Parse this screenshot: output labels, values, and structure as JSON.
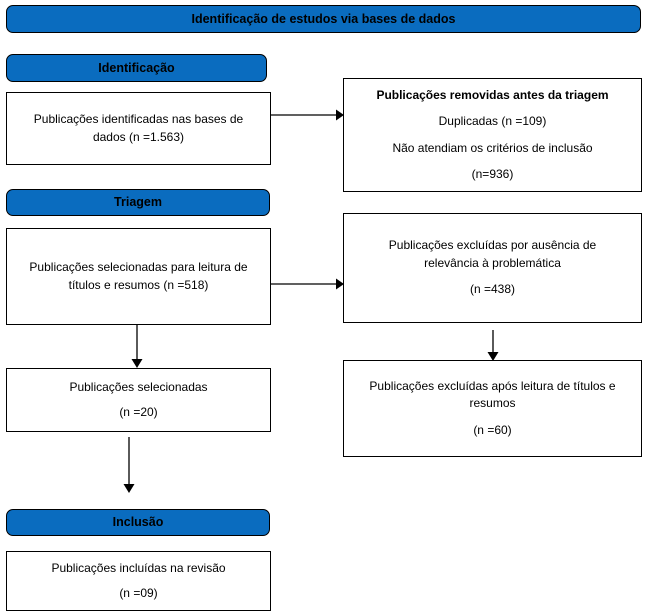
{
  "diagram": {
    "title": "Identificação de estudos via bases de dados",
    "accent_color": "#0a6cbf",
    "border_color": "#000000",
    "background_color": "#ffffff"
  },
  "stages": {
    "identificacao": "Identificação",
    "triagem": "Triagem",
    "inclusao": "Inclusão"
  },
  "boxes": {
    "identified": {
      "line1": "Publicações identificadas nas bases de",
      "line2": "dados (n =1.563)"
    },
    "removed_before_screening": {
      "line1": "Publicações removidas antes da triagem",
      "line2": "Duplicadas (n =109)",
      "line3": "Não atendiam os critérios de inclusão",
      "line4": "(n=936)"
    },
    "screened": {
      "line1": "Publicações selecionadas para leitura de",
      "line2": "títulos e resumos (n =518)"
    },
    "excluded_relevance": {
      "line1": "Publicações excluídas por ausência de",
      "line2": "relevância à problemática",
      "line3": "(n =438)"
    },
    "selected": {
      "line1": "Publicações selecionadas",
      "line2": "(n =20)"
    },
    "excluded_after_reading": {
      "line1": "Publicações excluídas após leitura de títulos e",
      "line2": "resumos",
      "line3": "(n =60)"
    },
    "included": {
      "line1": "Publicações incluídas na revisão",
      "line2": "(n =09)"
    }
  },
  "connectors": {
    "identified_to_removed": "arrow-right",
    "screened_to_excluded_relevance": "arrow-right",
    "screened_to_selected": "arrow-down",
    "excluded_relevance_to_excluded_after_reading": "arrow-down",
    "selected_to_inclusao": "arrow-down"
  }
}
